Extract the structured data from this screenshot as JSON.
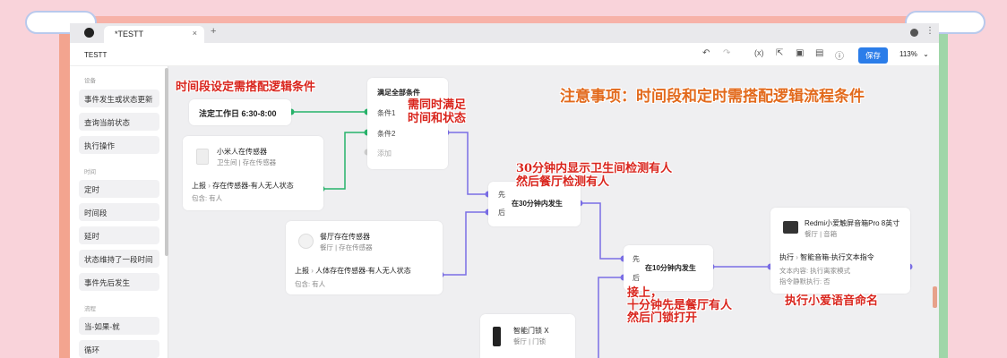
{
  "window": {
    "tab_title": "*TESTT",
    "page_title": "TESTT",
    "save_label": "保存",
    "zoom": "113%"
  },
  "sidebar": {
    "sec1": "设备",
    "items1": [
      "事件发生或状态更新",
      "查询当前状态",
      "执行操作"
    ],
    "sec2": "时间",
    "items2": [
      "定时",
      "时间段",
      "延时",
      "状态维持了一段时间",
      "事件先后发生"
    ],
    "sec3": "流程",
    "items3": [
      "当-如果-就",
      "循环"
    ]
  },
  "nodes": {
    "workday": "法定工作日 6:30-8:00",
    "cond_title": "满足全部条件",
    "cond1": "条件1",
    "cond2": "条件2",
    "cond_add": "添加",
    "sensor1_name": "小米人在传感器",
    "sensor1_room": "卫生间 | 存在传感器",
    "sensor1_report": "上报",
    "sensor1_event": "存在传感器-有人无人状态",
    "sensor1_contains": "包含: 有人",
    "sensor2_name": "餐厅存在传感器",
    "sensor2_room": "餐厅 | 存在传感器",
    "sensor2_report": "上报",
    "sensor2_event": "人体存在传感器-有人无人状态",
    "sensor2_contains": "包含: 有人",
    "seq1_first": "先",
    "seq1_after": "后",
    "seq1_title": "在30分钟内发生",
    "seq2_first": "先",
    "seq2_after": "后",
    "seq2_title": "在10分钟内发生",
    "lock_name": "智能门锁 X",
    "lock_room": "餐厅 | 门锁",
    "speaker_name": "Redmi小爱触屏音箱Pro 8英寸",
    "speaker_room": "餐厅 | 音箱",
    "speaker_exec": "执行",
    "speaker_action": "智能音箱-执行文本指令",
    "speaker_text": "文本内容: 执行离家模式",
    "speaker_silent": "指令静默执行: 否"
  },
  "annotations": {
    "a1": "时间段设定需搭配逻辑条件",
    "a2_l1": "需同时满足",
    "a2_l2": "时间和状态",
    "a3": "注意事项：时间段和定时需搭配逻辑流程条件",
    "a4_l1": "30分钟内显示卫生间检测有人",
    "a4_l2": "然后餐厅检测有人",
    "a5_l1": "接上，",
    "a5_l2": "十分钟先是餐厅有人",
    "a5_l3": "然后门锁打开",
    "a6": "执行小爱语音命名"
  },
  "colors": {
    "green_wire": "#27b36b",
    "purple_wire": "#7a6ee6",
    "annotation": "#d9251d",
    "primary": "#2b7de9"
  }
}
